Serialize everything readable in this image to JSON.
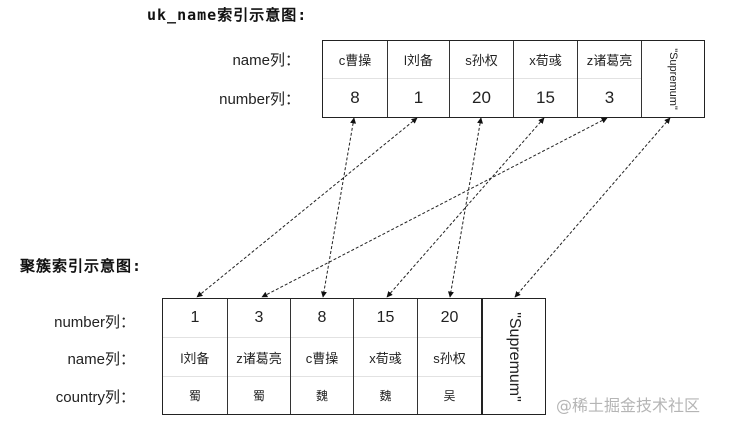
{
  "uk_index": {
    "title": "uk_name索引示意图:",
    "row_labels": [
      "name列：",
      "number列："
    ],
    "columns": [
      {
        "name": "c曹操",
        "number": "8"
      },
      {
        "name": "l刘备",
        "number": "1"
      },
      {
        "name": "s孙权",
        "number": "20"
      },
      {
        "name": "x荀彧",
        "number": "15"
      },
      {
        "name": "z诸葛亮",
        "number": "3"
      }
    ],
    "supremum": "\"Supremum\""
  },
  "clustered_index": {
    "title": "聚簇索引示意图:",
    "row_labels": [
      "number列：",
      "name列：",
      "country列："
    ],
    "columns": [
      {
        "number": "1",
        "name": "l刘备",
        "country": "蜀"
      },
      {
        "number": "3",
        "name": "z诸葛亮",
        "country": "蜀"
      },
      {
        "number": "8",
        "name": "c曹操",
        "country": "魏"
      },
      {
        "number": "15",
        "name": "x荀彧",
        "country": "魏"
      },
      {
        "number": "20",
        "name": "s孙权",
        "country": "吴"
      }
    ],
    "supremum": "\"Supremum\""
  },
  "links": [
    {
      "from": "8",
      "to": "8"
    },
    {
      "from": "1",
      "to": "1"
    },
    {
      "from": "20",
      "to": "20"
    },
    {
      "from": "15",
      "to": "15"
    },
    {
      "from": "3",
      "to": "3"
    },
    {
      "from": "Supremum",
      "to": "Supremum"
    }
  ],
  "watermark": "@稀土掘金技术社区",
  "colors": {
    "line": "#222222",
    "watermark": "#b5b5b5"
  }
}
